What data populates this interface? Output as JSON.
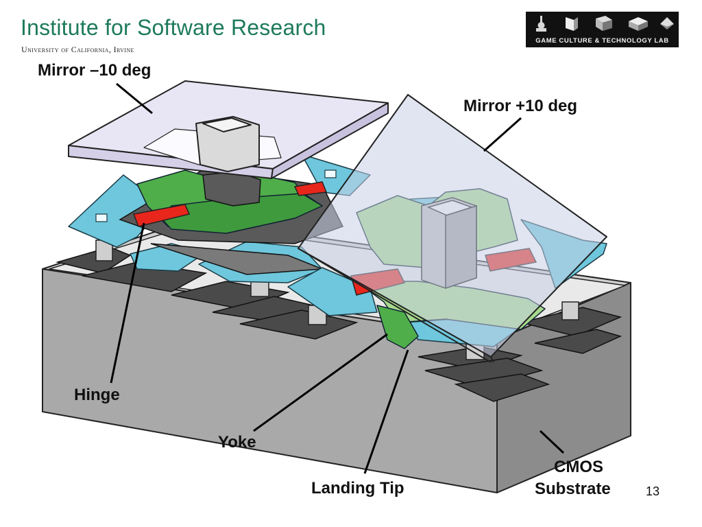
{
  "header": {
    "title": "Institute for Software Research",
    "subtitle": "University of California, Irvine"
  },
  "logo": {
    "text": "GAME CULTURE & TECHNOLOGY LAB",
    "icons": [
      "pawn-icon",
      "cube-icon",
      "striped-cube-icon",
      "flat-cube-icon",
      "pyramid-icon"
    ]
  },
  "diagram": {
    "labels": {
      "mirror_minus": "Mirror –10 deg",
      "mirror_plus": "Mirror +10 deg",
      "hinge": "Hinge",
      "yoke": "Yoke",
      "landing_tip": "Landing Tip",
      "cmos_line1": "CMOS",
      "cmos_line2": "Substrate"
    },
    "colors": {
      "mirror_minus": "#e8e6f4",
      "mirror_plus": "#c6cfe6",
      "yoke_green": "#4fae4a",
      "yoke_light": "#a6d98c",
      "hinge_red": "#e8261c",
      "electrode_blue": "#6ec7dc",
      "substrate_gray": "#a9a9a9",
      "dark_pad": "#4a4a4a"
    }
  },
  "page_number": "13"
}
